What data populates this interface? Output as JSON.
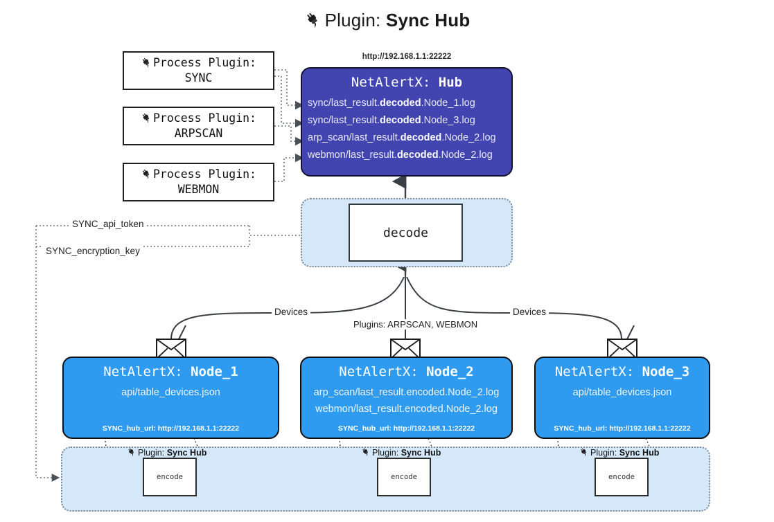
{
  "title": {
    "icon": "plug-icon",
    "prefix": "Plugin: ",
    "name": "Sync Hub"
  },
  "process_plugins": [
    {
      "icon": "plug-icon",
      "line1": "Process Plugin:",
      "line2": "SYNC"
    },
    {
      "icon": "plug-icon",
      "line1": "Process Plugin:",
      "line2": "ARPSCAN"
    },
    {
      "icon": "plug-icon",
      "line1": "Process Plugin:",
      "line2": "WEBMON"
    }
  ],
  "hub": {
    "url": "http://192.168.1.1:22222",
    "title_prefix": "NetAlertX: ",
    "title_name": "Hub",
    "lines": [
      {
        "pre": "sync/last_result.",
        "em": "decoded",
        "post": ".Node_1.log"
      },
      {
        "pre": "sync/last_result.",
        "em": "decoded",
        "post": ".Node_3.log"
      },
      {
        "pre": "arp_scan/last_result.",
        "em": "decoded",
        "post": ".Node_2.log"
      },
      {
        "pre": "webmon/last_result.",
        "em": "decoded",
        "post": ".Node_2.log"
      }
    ]
  },
  "decode": {
    "label": "decode"
  },
  "settings_edges": {
    "api_token": "SYNC_api_token",
    "encryption_key": "SYNC_encryption_key"
  },
  "flow_labels": {
    "devices_left": "Devices",
    "devices_right": "Devices",
    "plugins_center": "Plugins: ARPSCAN, WEBMON"
  },
  "nodes": [
    {
      "title_prefix": "NetAlertX: ",
      "title_name": "Node_1",
      "lines": [
        "api/table_devices.json"
      ],
      "footer": "SYNC_hub_url: http://192.168.1.1:22222",
      "envelope_icon": "envelope-icon"
    },
    {
      "title_prefix": "NetAlertX: ",
      "title_name": "Node_2",
      "lines": [
        "arp_scan/last_result.encoded.Node_2.log",
        "webmon/last_result.encoded.Node_2.log"
      ],
      "footer": "SYNC_hub_url: http://192.168.1.1:22222",
      "envelope_icon": "envelope-icon"
    },
    {
      "title_prefix": "NetAlertX: ",
      "title_name": "Node_3",
      "lines": [
        "api/table_devices.json"
      ],
      "footer": "SYNC_hub_url: http://192.168.1.1:22222",
      "envelope_icon": "envelope-icon"
    }
  ],
  "encoders": [
    {
      "caption_prefix": "Plugin: ",
      "caption_name": "Sync Hub",
      "label": "encode",
      "icon": "plug-icon"
    },
    {
      "caption_prefix": "Plugin: ",
      "caption_name": "Sync Hub",
      "label": "encode",
      "icon": "plug-icon"
    },
    {
      "caption_prefix": "Plugin: ",
      "caption_name": "Sync Hub",
      "label": "encode",
      "icon": "plug-icon"
    }
  ],
  "colors": {
    "hub_fill": "#4245b0",
    "node_fill": "#2f9bf0",
    "container_fill": "#d4e8fa",
    "edge": "#3a3f45",
    "dotted_edge": "#6b7279",
    "background": "#ffffff"
  }
}
